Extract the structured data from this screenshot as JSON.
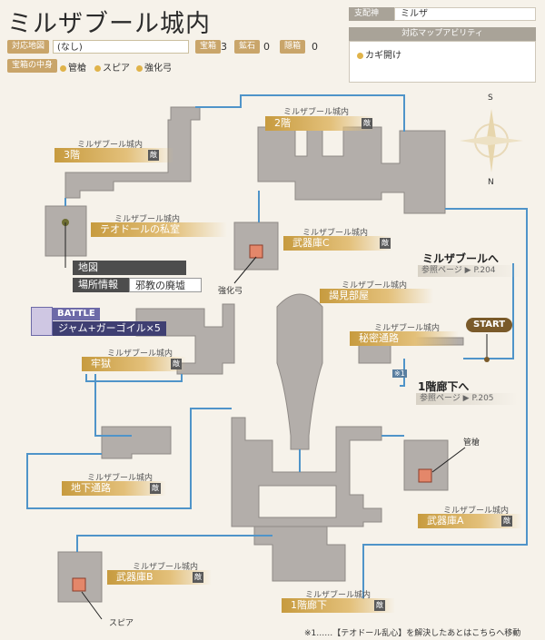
{
  "header": {
    "title": "ミルザブール城内",
    "area_label": "対応地図",
    "area_value": "(なし)",
    "treasure_label": "宝箱",
    "treasure_count": "3",
    "ore_label": "鉱石",
    "ore_count": "0",
    "secret_label": "隠箱",
    "secret_count": "0",
    "contents_label": "宝箱の中身",
    "contents": [
      "管槍",
      "スピア",
      "強化弓"
    ]
  },
  "ruler_panel": {
    "label": "支配神",
    "value": "ミルザ"
  },
  "ability_panel": {
    "head": "対応マップアビリティ",
    "item": "カギ開け"
  },
  "compass": {
    "north": "S",
    "south": "N"
  },
  "rooms": {
    "room_label": "ミルザブール城内",
    "enemy_tag": "敵",
    "f3": "3階",
    "f2": "2階",
    "teodor": "テオドールの私室",
    "armory_c": "武器庫C",
    "audience": "謁見部屋",
    "secret": "秘密通路",
    "prison": "牢獄",
    "underground": "地下通路",
    "armory_a": "武器庫A",
    "armory_b": "武器庫B",
    "hall1": "1階廊下"
  },
  "info": {
    "map_label": "地図",
    "place_label": "場所情報",
    "place_value": "邪教の廃墟"
  },
  "battle": {
    "tag": "BATTLE",
    "name": "ジャム+ガーゴイル×5"
  },
  "exits": {
    "mirza_title": "ミルザブールへ",
    "mirza_ref": "参照ページ ▶ P.204",
    "hall_title": "1階廊下へ",
    "hall_ref": "参照ページ ▶ P.205",
    "note_marker": "※1",
    "start": "START"
  },
  "items": {
    "bow": "強化弓",
    "pike": "管槍",
    "spear": "スピア"
  },
  "footnote": "※1……【テオドール乱心】を解決したあとはこちらへ移動",
  "colors": {
    "corridor": "#b3aeaa",
    "path": "#4f94c9",
    "accent": "#c79b3f"
  }
}
